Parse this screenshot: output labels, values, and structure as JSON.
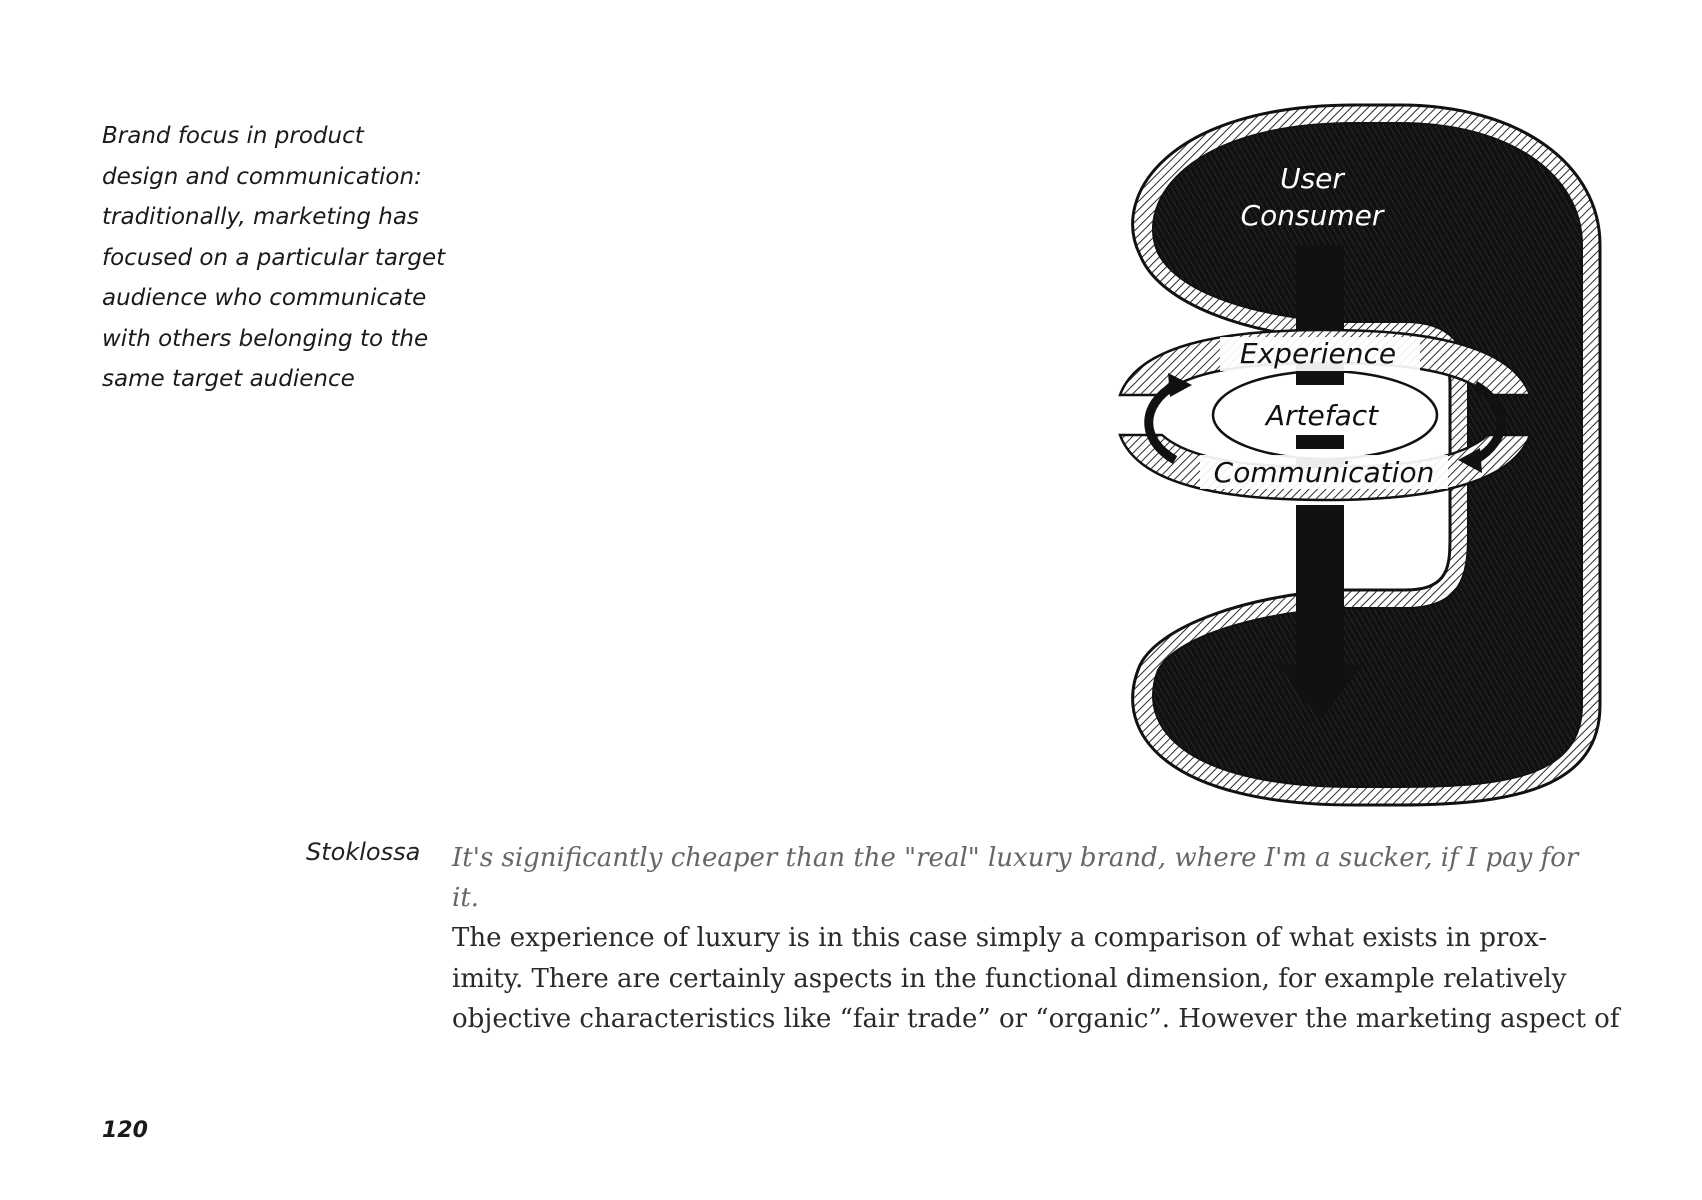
{
  "caption": {
    "lines": [
      "Brand focus in product",
      "design and communication:",
      "traditionally, marketing has",
      "focused on a particular target",
      "audience who communicate",
      "with others belonging to the",
      "same target audience"
    ]
  },
  "diagram": {
    "labels": {
      "user": "User",
      "consumer": "Consumer",
      "experience": "Experience",
      "artefact": "Artefact",
      "communication": "Communication"
    }
  },
  "dialogue": {
    "speaker": "Stoklossa",
    "quote_lines": [
      "It's significantly cheaper than the \"real\" luxury brand, where I'm a sucker, if I pay for",
      "it."
    ],
    "body_lines": [
      "The experience of luxury is in this case simply a comparison of what exists in prox-",
      "imity. There are certainly aspects in the functional dimension, for example relatively",
      "objective characteristics like “fair trade” or “organic”. However the marketing aspect of"
    ]
  },
  "page": {
    "number": "120"
  }
}
